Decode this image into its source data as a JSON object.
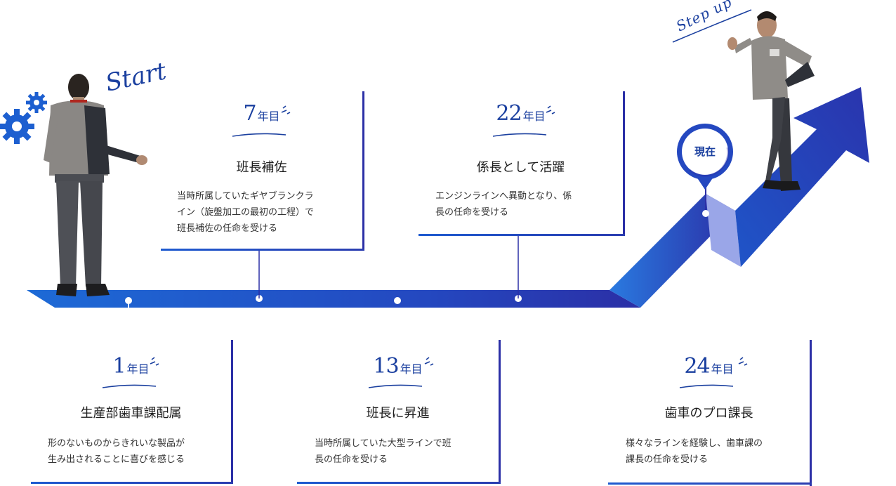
{
  "labels": {
    "start": "Start",
    "step_up": "Step up",
    "current": "現在"
  },
  "milestones": [
    {
      "year": "1",
      "unit": "年目",
      "role": "生産部歯車課配属",
      "desc": [
        "形のないものからきれいな製品が",
        "生み出されることに喜びを感じる"
      ]
    },
    {
      "year": "7",
      "unit": "年目",
      "role": "班長補佐",
      "desc": [
        "当時所属していたギヤブランクラ",
        "イン（旋盤加工の最初の工程）で",
        "班長補佐の任命を受ける"
      ]
    },
    {
      "year": "13",
      "unit": "年目",
      "role": "班長に昇進",
      "desc": [
        "当時所属していた大型ラインで班",
        "長の任命を受ける"
      ]
    },
    {
      "year": "22",
      "unit": "年目",
      "role": "係長として活躍",
      "desc": [
        "エンジンラインへ異動となり、係",
        "長の任命を受ける"
      ]
    },
    {
      "year": "24",
      "unit": "年目",
      "role": "歯車のプロ課長",
      "desc": [
        "様々なラインを経験し、歯車課の",
        "課長の任命を受ける"
      ]
    }
  ],
  "colors": {
    "accent": "#1a3f9f",
    "path_dark": "#2b2fa6",
    "path_light": "#2a7ae0",
    "lavender": "#9aa6e8"
  }
}
